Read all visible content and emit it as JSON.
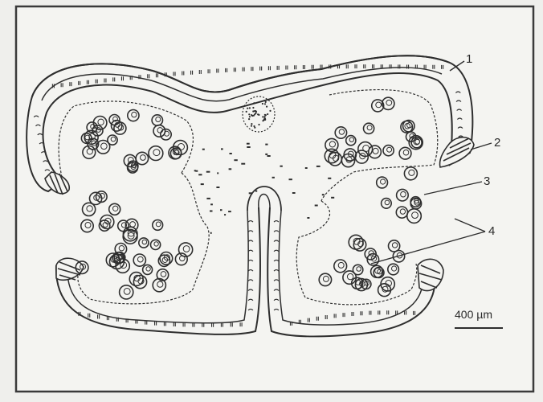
{
  "figure": {
    "callouts": [
      {
        "label": "1"
      },
      {
        "label": "2"
      },
      {
        "label": "3"
      },
      {
        "label": "4"
      }
    ],
    "scale_bar": {
      "label": "400 µm"
    }
  },
  "colors": {
    "paper": "#efefec",
    "ink": "#2e2e2e",
    "frame": "#3a3a3a"
  }
}
